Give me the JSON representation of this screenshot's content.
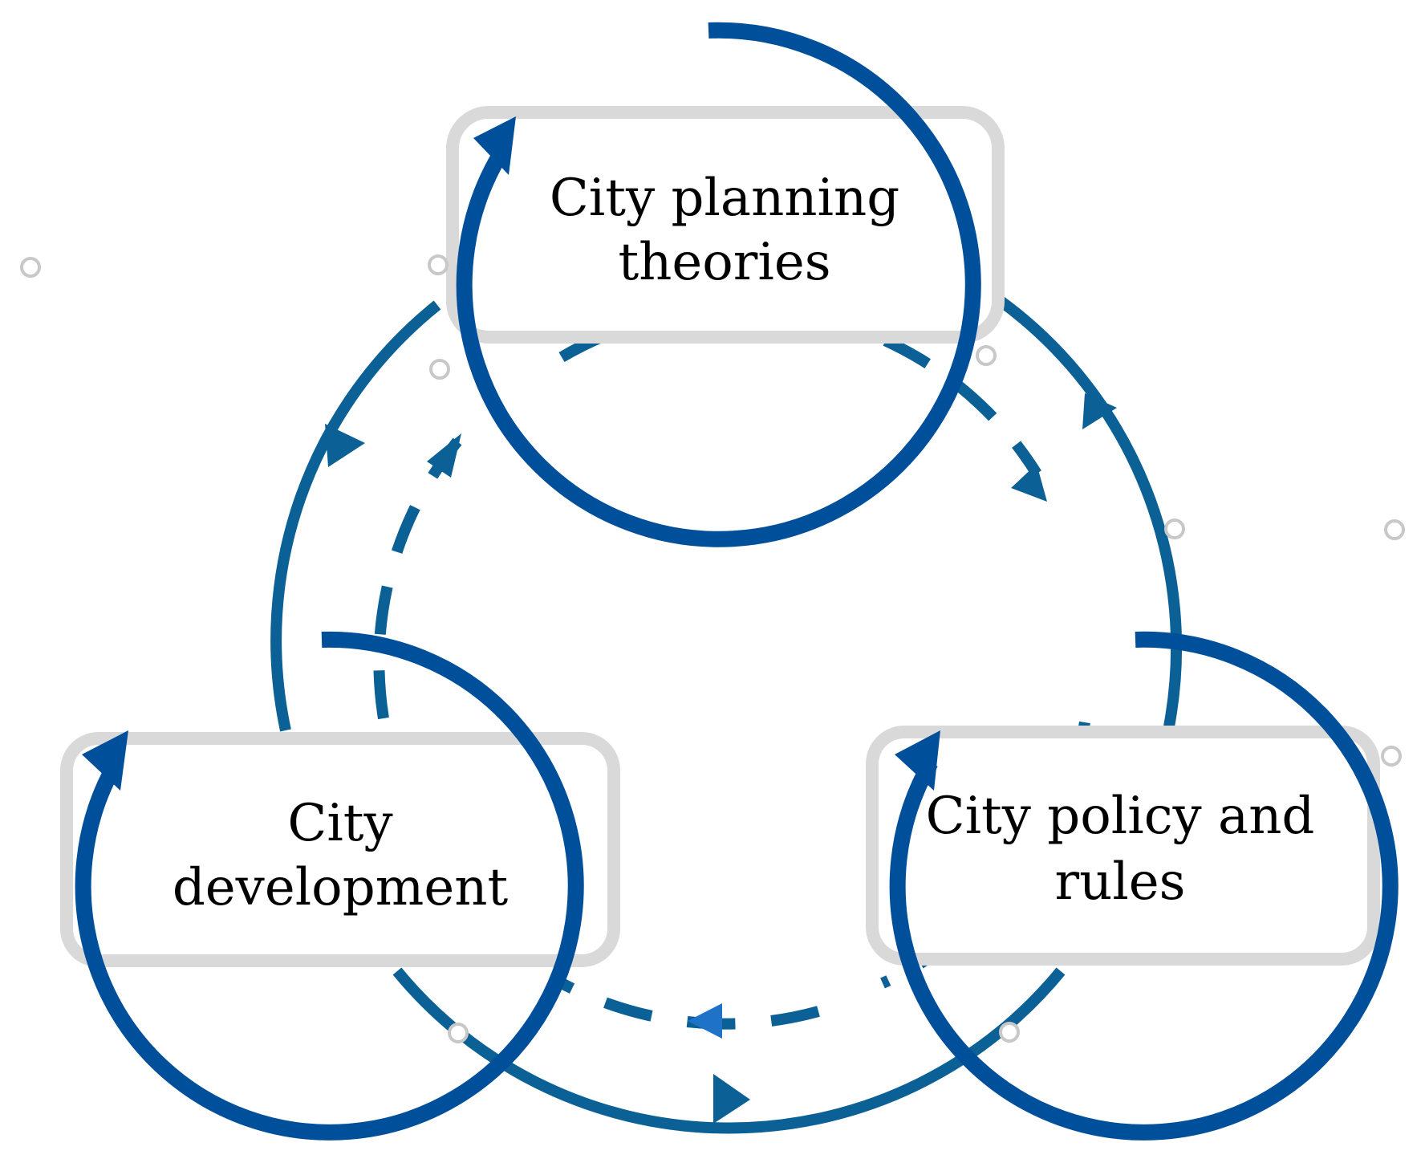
{
  "diagram": {
    "nodes": [
      {
        "id": "planning",
        "lines": [
          "City planning",
          "theories"
        ]
      },
      {
        "id": "development",
        "lines": [
          "City",
          "development"
        ]
      },
      {
        "id": "policy",
        "lines": [
          "City policy and",
          "rules"
        ]
      }
    ],
    "colors": {
      "loop": "#004f9b",
      "ring": "#0b6196",
      "dashed_arrow": "#1e73c8",
      "box_border": "#d9d9d9",
      "handle": "#c8c8c8",
      "text": "#000000"
    }
  }
}
